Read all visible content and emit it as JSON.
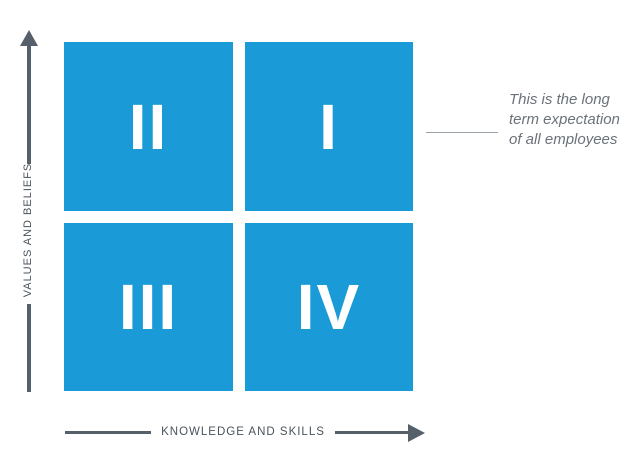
{
  "diagram": {
    "type": "2x2 quadrant matrix",
    "quadrants": [
      {
        "id": "q1",
        "label": "I",
        "position": "top-right"
      },
      {
        "id": "q2",
        "label": "II",
        "position": "top-left"
      },
      {
        "id": "q3",
        "label": "III",
        "position": "bottom-left"
      },
      {
        "id": "q4",
        "label": "IV",
        "position": "bottom-right"
      }
    ],
    "y_axis": {
      "label": "VALUES AND BELIEFS",
      "direction": "up"
    },
    "x_axis": {
      "label": "KNOWLEDGE AND SKILLS",
      "direction": "right"
    },
    "callout": {
      "target": "I",
      "text": "This is the long term expectation of all employees"
    },
    "colors": {
      "quadrant_fill": "#1a9bd7",
      "axis": "#56606b",
      "callout_text": "#6b7279"
    }
  }
}
